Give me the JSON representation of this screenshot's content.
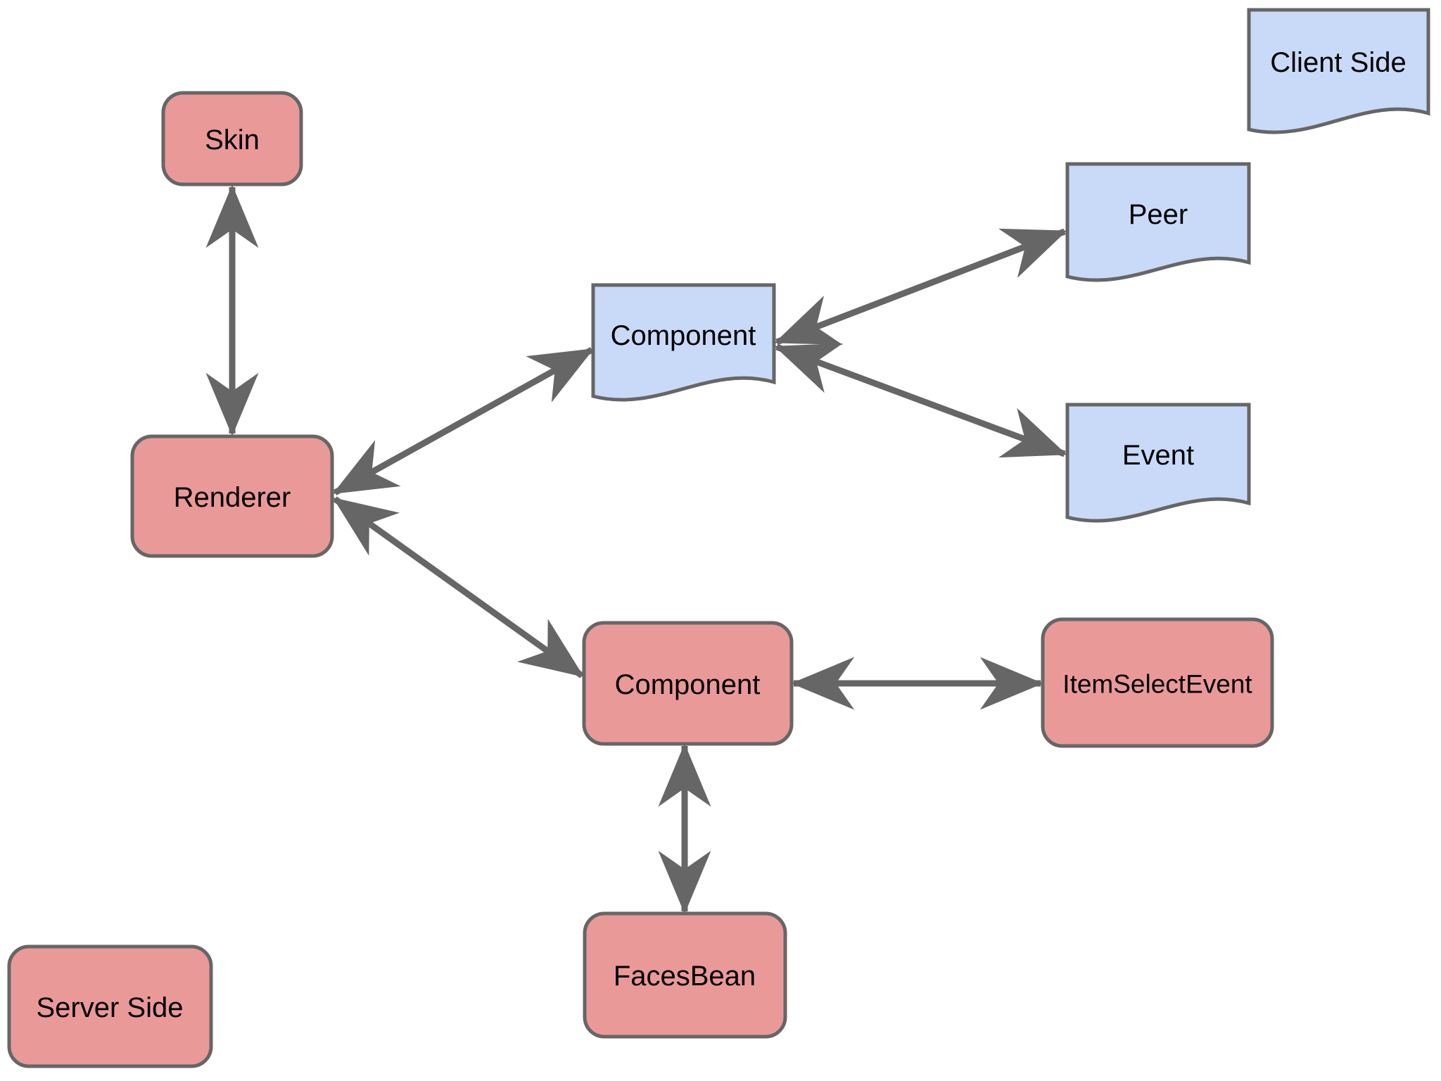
{
  "diagram": {
    "background": "#ffffff",
    "colors": {
      "server_fill": "#ea9999",
      "client_fill": "#c9daf8",
      "border": "#666666",
      "arrow": "#666666",
      "label": "#000000"
    },
    "nodes": {
      "skin": {
        "label": "Skin",
        "shape": "rounded-rectangle",
        "side": "server"
      },
      "renderer": {
        "label": "Renderer",
        "shape": "rounded-rectangle",
        "side": "server"
      },
      "component_client": {
        "label": "Component",
        "shape": "document",
        "side": "client"
      },
      "peer": {
        "label": "Peer",
        "shape": "document",
        "side": "client"
      },
      "event": {
        "label": "Event",
        "shape": "document",
        "side": "client"
      },
      "client_side": {
        "label": "Client Side",
        "shape": "document",
        "side": "client"
      },
      "component_server": {
        "label": "Component",
        "shape": "rounded-rectangle",
        "side": "server"
      },
      "item_select_event": {
        "label": "ItemSelectEvent",
        "shape": "rounded-rectangle",
        "side": "server"
      },
      "faces_bean": {
        "label": "FacesBean",
        "shape": "rounded-rectangle",
        "side": "server"
      },
      "server_side": {
        "label": "Server Side",
        "shape": "rounded-rectangle",
        "side": "server"
      }
    },
    "edges": [
      {
        "from": "skin",
        "to": "renderer",
        "direction": "bidirectional"
      },
      {
        "from": "renderer",
        "to": "component_client",
        "direction": "bidirectional"
      },
      {
        "from": "component_client",
        "to": "peer",
        "direction": "bidirectional"
      },
      {
        "from": "component_client",
        "to": "event",
        "direction": "bidirectional"
      },
      {
        "from": "renderer",
        "to": "component_server",
        "direction": "bidirectional"
      },
      {
        "from": "component_server",
        "to": "item_select_event",
        "direction": "bidirectional"
      },
      {
        "from": "component_server",
        "to": "faces_bean",
        "direction": "bidirectional"
      }
    ]
  }
}
